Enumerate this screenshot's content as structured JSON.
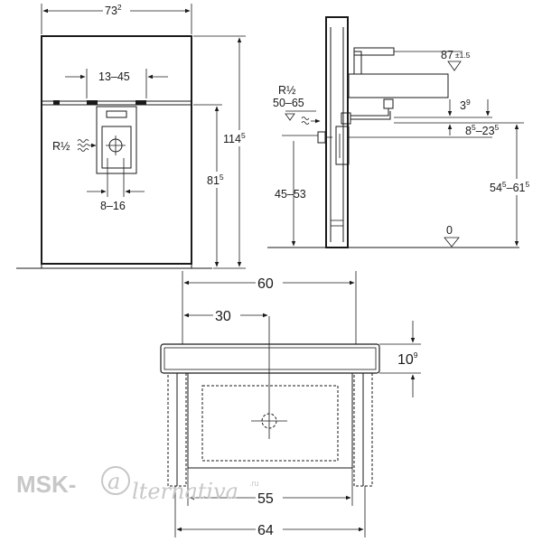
{
  "front_view": {
    "width": "73",
    "width_sup": "2",
    "height_total": "114",
    "height_total_sup": "5",
    "height_panel": "81",
    "height_panel_sup": "5",
    "spacing_top": "13–45",
    "spacing_bottom": "8–16",
    "connection": "R½"
  },
  "side_view": {
    "connection": "R½",
    "connection_height": "50–65",
    "tap_height": "87",
    "tap_tolerance": "±1.5",
    "gap": "3",
    "gap_sup": "9",
    "range_a_1": "8",
    "range_a_1_sup": "5",
    "range_a_sep": "–",
    "range_a_2": "23",
    "range_a_2_sup": "5",
    "range_b_1": "54",
    "range_b_1_sup": "5",
    "range_b_sep": "–",
    "range_b_2": "61",
    "range_b_2_sup": "5",
    "floor_offset": "45–53",
    "zero": "0"
  },
  "top_view": {
    "width_outer": "60",
    "center": "30",
    "depth": "10",
    "depth_sup": "9",
    "width_inner": "55",
    "width_frame": "64"
  },
  "watermark": {
    "prefix": "MSK-",
    "at": "a",
    "word": "lternativa",
    "suffix": ".ru"
  }
}
